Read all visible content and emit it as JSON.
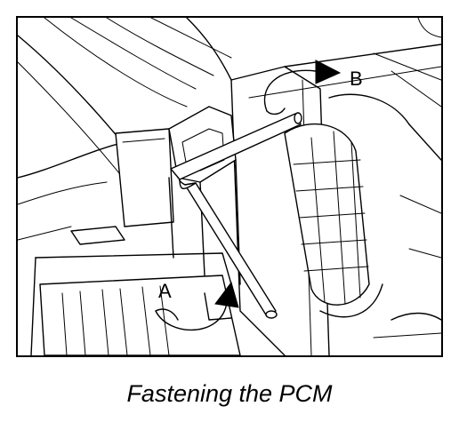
{
  "diagram": {
    "callouts": {
      "a": "A",
      "b": "B"
    }
  },
  "caption": "Fastening the PCM"
}
